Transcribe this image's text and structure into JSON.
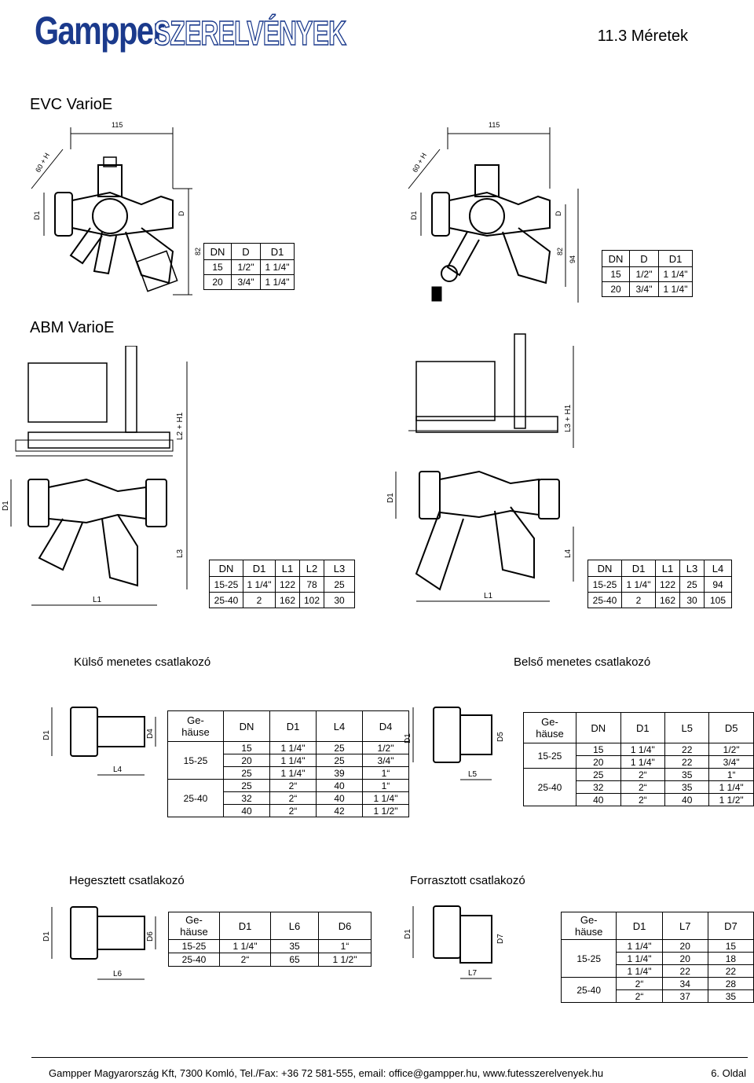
{
  "header": {
    "logo_primary": "Gampper",
    "logo_secondary": "SZERELVÉNYEK",
    "section_number": "11.3 Méretek"
  },
  "evc": {
    "title": "EVC VarioE",
    "dim_115": "115",
    "dim_60h": "60 + H",
    "dim_82": "82",
    "dim_94": "94",
    "label_d1": "D1",
    "label_d": "D",
    "table": {
      "headers": [
        "DN",
        "D",
        "D1"
      ],
      "rows": [
        [
          "15",
          "1/2\"",
          "1 1/4\""
        ],
        [
          "20",
          "3/4\"",
          "1 1/4\""
        ]
      ]
    }
  },
  "abm": {
    "title": "ABM VarioE",
    "label_l2h1": "L2 + H1",
    "label_l3h1": "L3 + H1",
    "label_d1": "D1",
    "label_l1": "L1",
    "label_l3": "L3",
    "label_l4": "L4",
    "table_left": {
      "headers": [
        "DN",
        "D1",
        "L1",
        "L2",
        "L3"
      ],
      "rows": [
        [
          "15-25",
          "1 1/4\"",
          "122",
          "78",
          "25"
        ],
        [
          "25-40",
          "2",
          "162",
          "102",
          "30"
        ]
      ]
    },
    "table_right": {
      "headers": [
        "DN",
        "D1",
        "L1",
        "L3",
        "L4"
      ],
      "rows": [
        [
          "15-25",
          "1 1/4\"",
          "122",
          "25",
          "94"
        ],
        [
          "25-40",
          "2",
          "162",
          "30",
          "105"
        ]
      ]
    }
  },
  "kulso": {
    "title": "Külső menetes csatlakozó",
    "labels": [
      "D1",
      "D4",
      "L4"
    ],
    "headers": [
      "Ge-\nhäuse",
      "DN",
      "D1",
      "L4",
      "D4"
    ],
    "groups": [
      {
        "gehause": "15-25",
        "rows": [
          [
            "15",
            "1 1/4\"",
            "25",
            "1/2\""
          ],
          [
            "20",
            "1 1/4\"",
            "25",
            "3/4\""
          ],
          [
            "25",
            "1 1/4\"",
            "39",
            "1“"
          ]
        ]
      },
      {
        "gehause": "25-40",
        "rows": [
          [
            "25",
            "2“",
            "40",
            "1“"
          ],
          [
            "32",
            "2“",
            "40",
            "1 1/4\""
          ],
          [
            "40",
            "2“",
            "42",
            "1 1/2\""
          ]
        ]
      }
    ]
  },
  "belso": {
    "title": "Belső menetes csatlakozó",
    "labels": [
      "D1",
      "D5",
      "L5"
    ],
    "headers": [
      "Ge-\nhäuse",
      "DN",
      "D1",
      "L5",
      "D5"
    ],
    "groups": [
      {
        "gehause": "15-25",
        "rows": [
          [
            "15",
            "1 1/4\"",
            "22",
            "1/2\""
          ],
          [
            "20",
            "1 1/4\"",
            "22",
            "3/4\""
          ]
        ]
      },
      {
        "gehause": "25-40",
        "rows": [
          [
            "25",
            "2“",
            "35",
            "1“"
          ],
          [
            "32",
            "2“",
            "35",
            "1 1/4\""
          ],
          [
            "40",
            "2“",
            "40",
            "1 1/2\""
          ]
        ]
      }
    ]
  },
  "hegesztett": {
    "title": "Hegesztett csatlakozó",
    "labels": [
      "D1",
      "D6",
      "L6"
    ],
    "headers": [
      "Ge-\nhäuse",
      "D1",
      "L6",
      "D6"
    ],
    "rows": [
      [
        "15-25",
        "1 1/4\"",
        "35",
        "1“"
      ],
      [
        "25-40",
        "2“",
        "65",
        "1 1/2\""
      ]
    ]
  },
  "forrasztott": {
    "title": "Forrasztott csatlakozó",
    "labels": [
      "D1",
      "D7",
      "L7"
    ],
    "headers": [
      "Ge-\nhäuse",
      "D1",
      "L7",
      "D7"
    ],
    "groups": [
      {
        "gehause": "15-25",
        "rows": [
          [
            "1 1/4\"",
            "20",
            "15"
          ],
          [
            "1 1/4\"",
            "20",
            "18"
          ],
          [
            "1 1/4\"",
            "22",
            "22"
          ]
        ]
      },
      {
        "gehause": "25-40",
        "rows": [
          [
            "2“",
            "34",
            "28"
          ],
          [
            "2“",
            "37",
            "35"
          ]
        ]
      }
    ]
  },
  "footer": {
    "company": "Gampper Magyarország Kft, 7300 Komló, Tel./Fax: +36 72 581-555, email: office@gampper.hu, www.futesszerelvenyek.hu",
    "page": "6. Oldal"
  }
}
